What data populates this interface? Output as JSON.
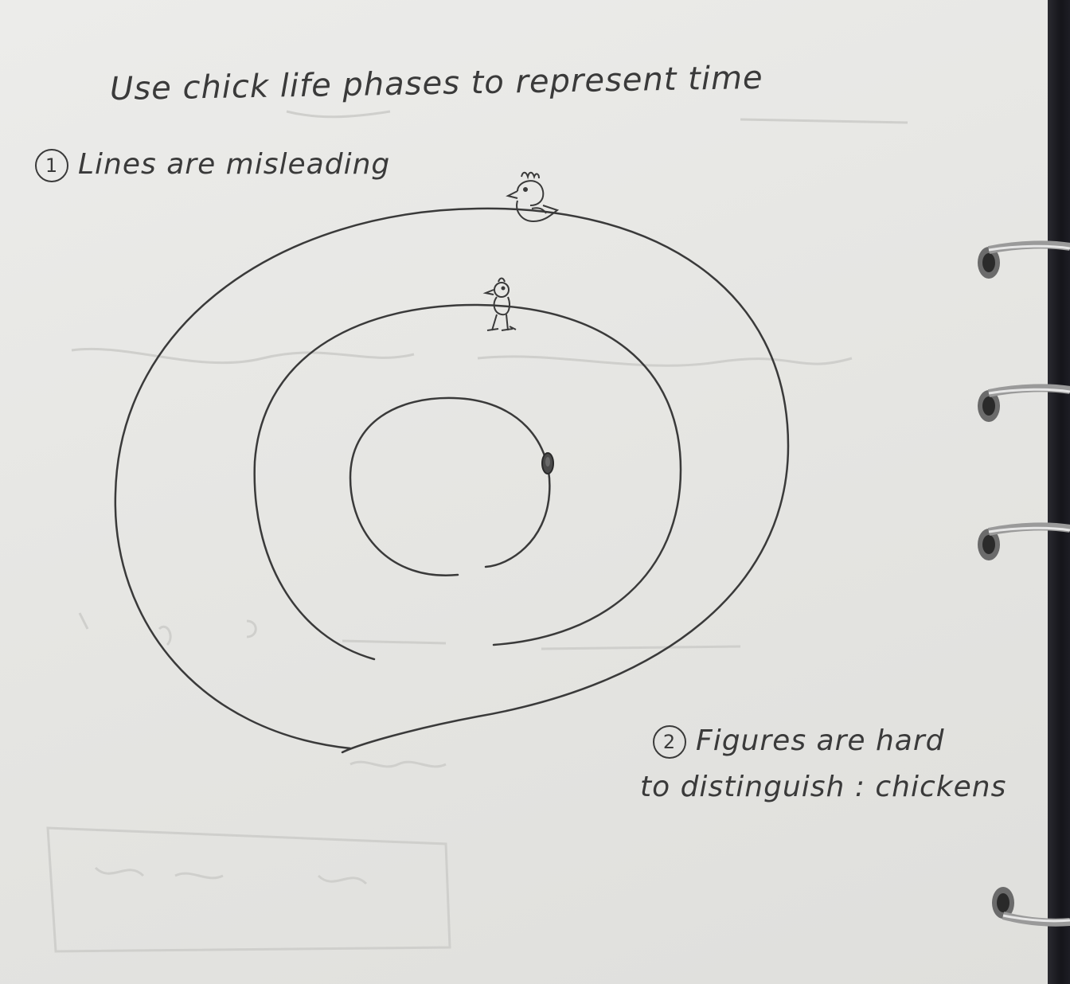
{
  "title": "Use chick life phases to represent time",
  "notes": [
    {
      "number": "1",
      "text": "Lines are misleading"
    },
    {
      "number": "2",
      "text_line1": "Figures are hard",
      "text_line2": "to distinguish : chickens"
    }
  ],
  "diagram": {
    "stages": [
      "egg",
      "chick",
      "chicken"
    ],
    "icons": [
      "egg-icon",
      "chick-icon",
      "chicken-icon"
    ]
  },
  "colors": {
    "ink": "#3a3a3a",
    "paper": "#e8e8e5",
    "binder": "#1a1a20"
  }
}
